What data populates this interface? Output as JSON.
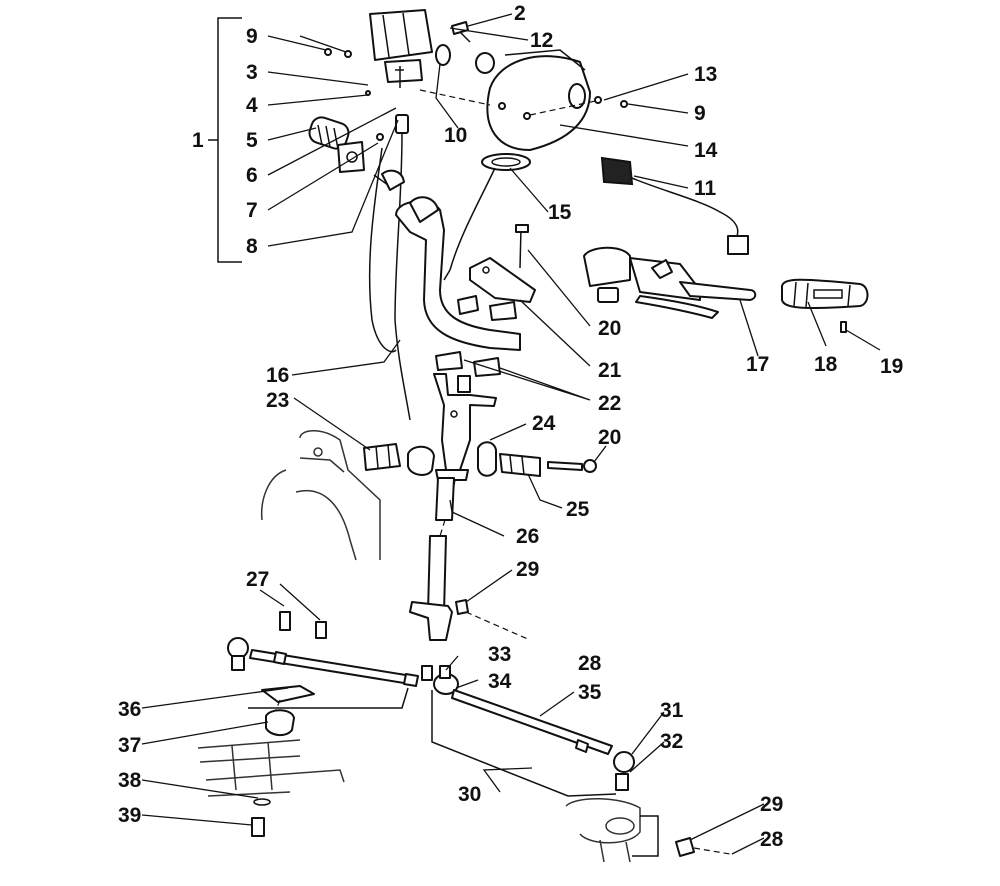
{
  "diagram": {
    "type": "exploded-parts-diagram",
    "callouts": [
      "1",
      "2",
      "3",
      "4",
      "5",
      "6",
      "7",
      "8",
      "9",
      "9",
      "10",
      "11",
      "12",
      "13",
      "14",
      "15",
      "16",
      "17",
      "18",
      "19",
      "20",
      "20",
      "21",
      "22",
      "23",
      "24",
      "25",
      "26",
      "27",
      "28",
      "28",
      "29",
      "29",
      "30",
      "31",
      "32",
      "33",
      "34",
      "35",
      "36",
      "37",
      "38",
      "39"
    ]
  }
}
